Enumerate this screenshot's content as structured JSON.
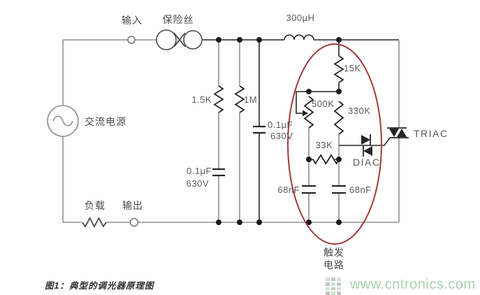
{
  "caption": "图1：典型的调光器原理图",
  "watermark": "www.cntronics.com",
  "annotations": {
    "trigger_line1": "触发",
    "trigger_line2": "电路"
  },
  "labels": {
    "input": "输入",
    "fuse": "保险丝",
    "ac_source": "交流电源",
    "load": "负载",
    "output": "输出"
  },
  "components": {
    "inductor": "300μH",
    "r_series": "1.5K",
    "r_bleed": "1M",
    "c_filter": "0.1μF",
    "c_filter_rating": "630V",
    "c_line": "0.1μF",
    "c_line_rating": "630V",
    "r_15k": "15K",
    "potentiometer": "500K",
    "r_330k": "330K",
    "r_33k": "33K",
    "c_68nf_left": "68nF",
    "c_68nf_right": "68nF",
    "diac": "DIAC",
    "triac": "TRIAC"
  },
  "colors": {
    "wire_gray": "#8f8f8f",
    "component_dark": "#262626",
    "ellipse_red": "#a23a3a",
    "watermark_green": "#a9d3a9",
    "label_gray": "#5a5a5a"
  }
}
